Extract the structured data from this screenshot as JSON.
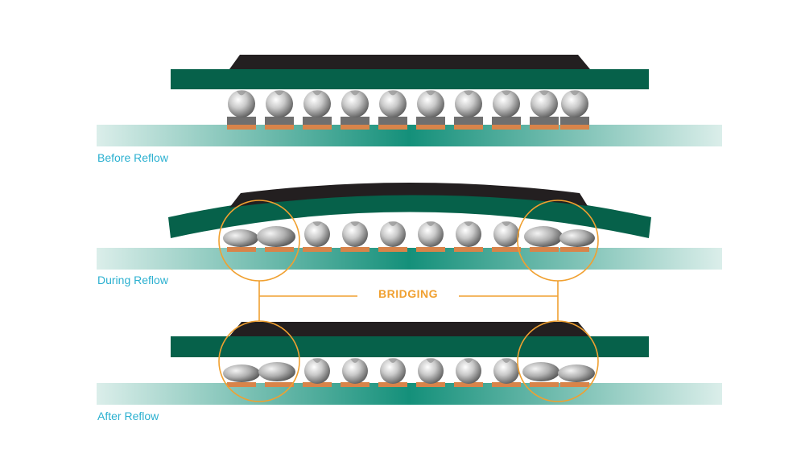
{
  "colors": {
    "board_green": "#06614a",
    "chip_dark": "#231f20",
    "pad_copper": "#d8844a",
    "pad_grey": "#6f6f6f",
    "substrate_teal": "#14907a",
    "substrate_fade": "#dbeeea",
    "label_blue": "#2bb0d0",
    "bridging_orange": "#f0a030"
  },
  "stages": [
    {
      "label": "Before Reflow"
    },
    {
      "label": "During Reflow"
    },
    {
      "label": "After Reflow"
    }
  ],
  "callout": {
    "label": "BRIDGING"
  }
}
